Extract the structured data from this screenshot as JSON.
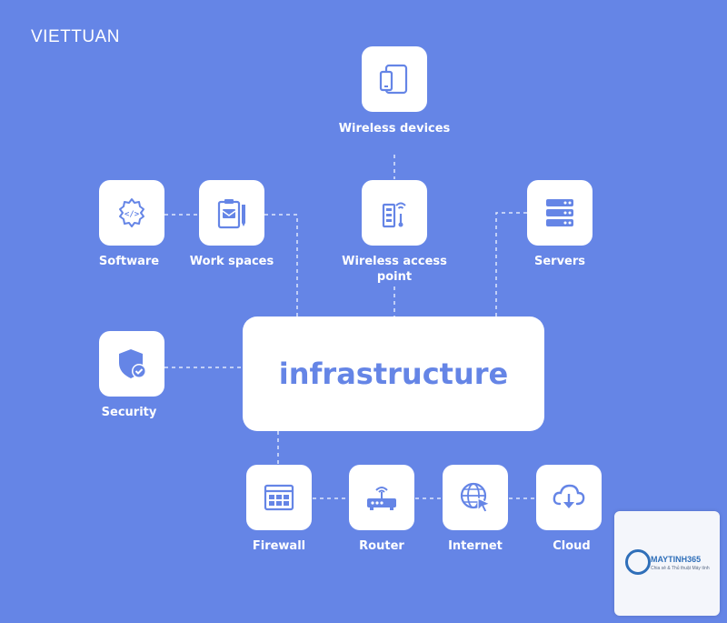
{
  "brand": {
    "logo_text": "VIETTUAN"
  },
  "center": {
    "label": "infrastructure"
  },
  "nodes": {
    "wireless_devices": {
      "label": "Wireless devices",
      "icon": "tablet-phone-icon"
    },
    "wireless_access_point": {
      "label": "Wireless access point",
      "icon": "access-point-icon"
    },
    "software": {
      "label": "Software",
      "icon": "code-gear-icon"
    },
    "work_spaces": {
      "label": "Work spaces",
      "icon": "clipboard-pen-icon"
    },
    "servers": {
      "label": "Servers",
      "icon": "server-rack-icon"
    },
    "security": {
      "label": "Security",
      "icon": "shield-check-icon"
    },
    "firewall": {
      "label": "Firewall",
      "icon": "firewall-icon"
    },
    "router": {
      "label": "Router",
      "icon": "router-icon"
    },
    "internet": {
      "label": "Internet",
      "icon": "globe-cursor-icon"
    },
    "cloud": {
      "label": "Cloud",
      "icon": "cloud-download-icon"
    }
  },
  "watermark": {
    "brand_text": "MAYTINH365",
    "tagline": "Chia sẻ & Thủ thuật Máy tính"
  },
  "colors": {
    "background": "#6585e6",
    "tile": "#ffffff",
    "accent": "#6585e6"
  }
}
